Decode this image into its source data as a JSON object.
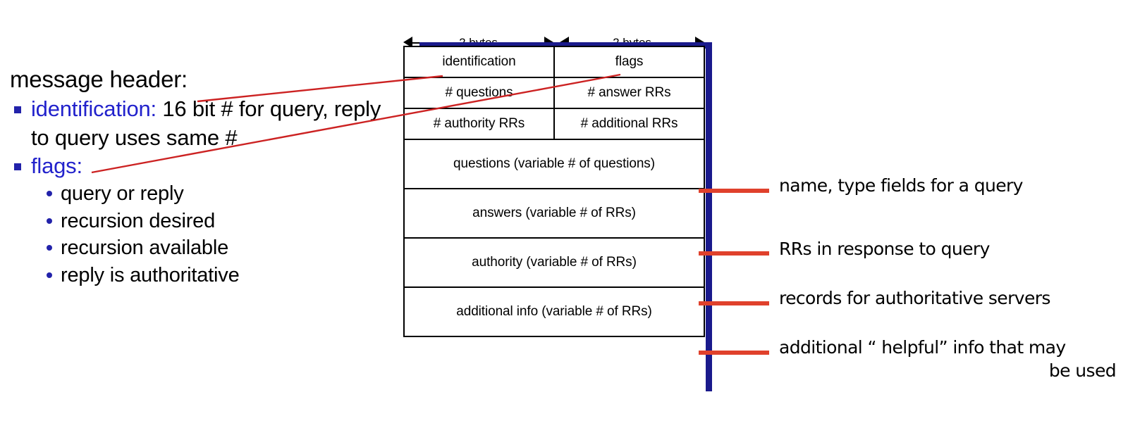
{
  "slide": {
    "left_panel": {
      "headline": "message header:",
      "bullets": [
        {
          "keyword": "identification:",
          "text": " 16 bit # for query, reply to query uses same #",
          "bullet_icon": "square-bullet"
        },
        {
          "keyword": "flags:",
          "text": "",
          "bullet_icon": "square-bullet",
          "sub_bullets": [
            "query or reply",
            "recursion desired",
            "recursion available",
            "reply is authoritative"
          ]
        }
      ]
    },
    "diagram": {
      "measures": [
        {
          "label": "2 bytes"
        },
        {
          "label": "2 bytes"
        }
      ],
      "rows": [
        {
          "type": "split",
          "cells": [
            "identification",
            "flags"
          ]
        },
        {
          "type": "split",
          "cells": [
            "# questions",
            "# answer RRs"
          ]
        },
        {
          "type": "split",
          "cells": [
            "# authority RRs",
            "# additional RRs"
          ]
        },
        {
          "type": "full",
          "cells": [
            "questions (variable # of questions)"
          ]
        },
        {
          "type": "full",
          "cells": [
            "answers (variable # of RRs)"
          ]
        },
        {
          "type": "full",
          "cells": [
            "authority (variable # of RRs)"
          ]
        },
        {
          "type": "full",
          "cells": [
            "additional info (variable # of RRs)"
          ]
        }
      ]
    },
    "annotations": [
      {
        "text": "name, type fields for a query"
      },
      {
        "text": "RRs in response to query"
      },
      {
        "text": "records for authoritative servers"
      },
      {
        "text": "additional “ helpful” info that may"
      },
      {
        "text": "be used"
      }
    ],
    "colors": {
      "keyword_blue": "#2222cc",
      "shadow_blue": "#1a1a8c",
      "connector_red": "#e0412c",
      "leader_red": "#cc2222"
    }
  }
}
